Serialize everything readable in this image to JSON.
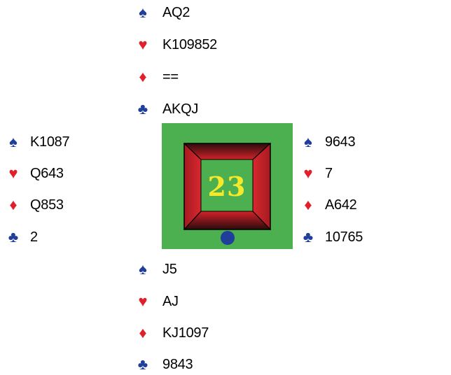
{
  "north": {
    "spades": "AQ2",
    "hearts": "K109852",
    "diamonds": "==",
    "clubs": "AKQJ"
  },
  "west": {
    "spades": "K1087",
    "hearts": "Q643",
    "diamonds": "Q853",
    "clubs": "2"
  },
  "east": {
    "spades": "9643",
    "hearts": "7",
    "diamonds": "A642",
    "clubs": "10765"
  },
  "south": {
    "spades": "J5",
    "hearts": "AJ",
    "diamonds": "KJ1097",
    "clubs": "9843"
  },
  "board": {
    "number": "23",
    "dealer": "South"
  },
  "suit_symbols": {
    "spades": "♠",
    "hearts": "♥",
    "diamonds": "♦",
    "clubs": "♣"
  },
  "colors": {
    "black_suits": "#1f3f9a",
    "red_suits": "#e0202a",
    "board_background": "#4caf50",
    "board_number": "#f5e92a",
    "well_red": "#c71e24"
  }
}
